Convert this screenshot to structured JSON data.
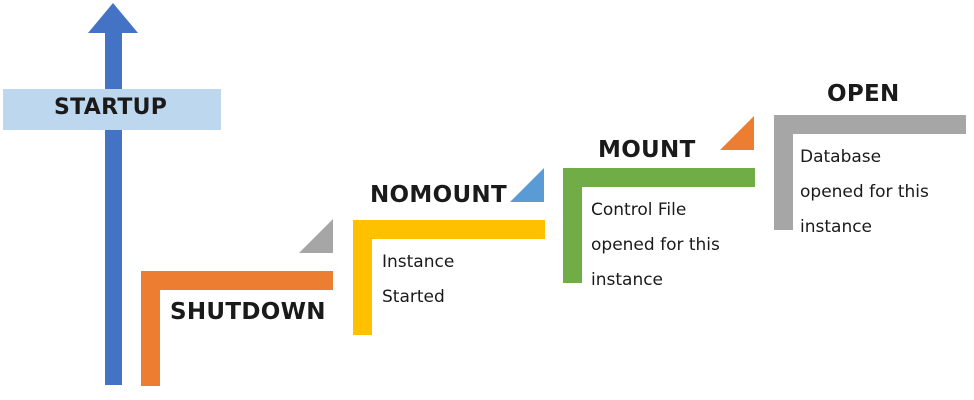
{
  "startup": {
    "label": "STARTUP"
  },
  "steps": [
    {
      "label": "SHUTDOWN",
      "lines": [],
      "color": "#ed7d31",
      "marker_color": "#a6a6a6"
    },
    {
      "label": "NOMOUNT",
      "lines": [
        "Instance",
        "Started"
      ],
      "color": "#ffc000",
      "marker_color": "#5b9bd5"
    },
    {
      "label": "MOUNT",
      "lines": [
        "Control File",
        "opened for this",
        "instance"
      ],
      "color": "#70ad47",
      "marker_color": "#ed7d31"
    },
    {
      "label": "OPEN",
      "lines": [
        "Database",
        "opened for this",
        "instance"
      ],
      "color": "#a6a6a6",
      "marker_color": null
    }
  ],
  "colors": {
    "arrow": "#4472c4",
    "startup_box": "#bdd7ee"
  }
}
